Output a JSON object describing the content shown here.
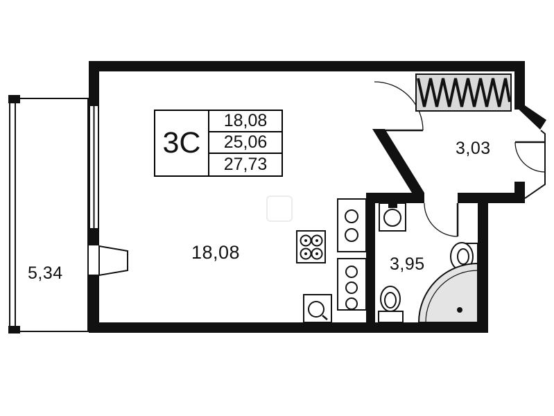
{
  "title_block": {
    "type_label": "3C",
    "rows": [
      {
        "name": "living-area",
        "value": "18,08"
      },
      {
        "name": "apartment-area",
        "value": "25,06"
      },
      {
        "name": "total-area",
        "value": "27,73"
      }
    ]
  },
  "rooms": {
    "balcony": {
      "label": "5,34"
    },
    "main_room": {
      "label": "18,08"
    },
    "bathroom": {
      "label": "3,95"
    },
    "hall": {
      "label": "3,03"
    }
  },
  "fixtures": [
    "wardrobe",
    "stove",
    "kitchen-counter",
    "kitchen-sink",
    "washbasin",
    "wall-basin",
    "toilet",
    "shower"
  ],
  "colors": {
    "wall": "#111111",
    "background": "#ffffff",
    "wardrobe_fill": "#d9d9d9",
    "shower_fill": "#e4e4e4"
  }
}
